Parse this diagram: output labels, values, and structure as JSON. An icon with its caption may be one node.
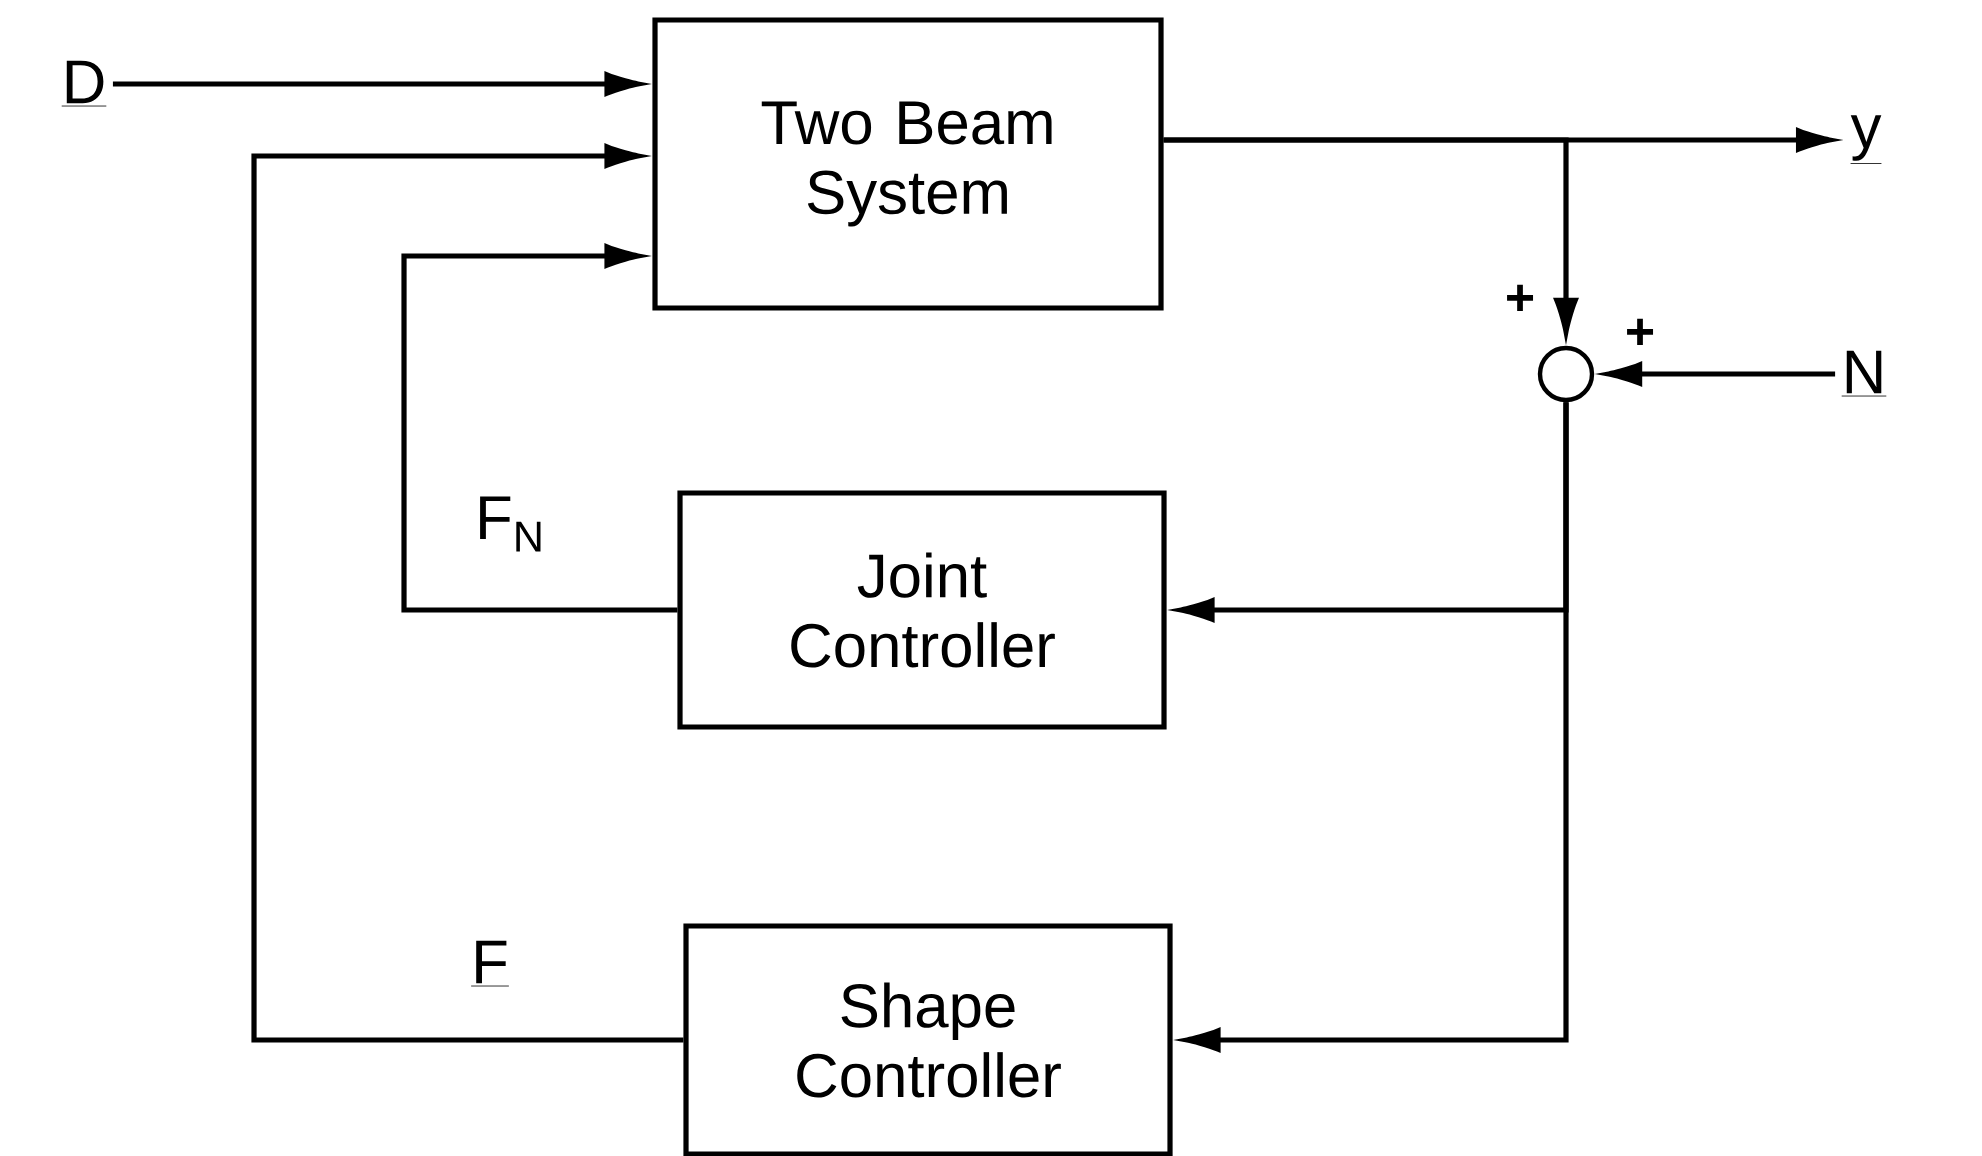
{
  "diagram": {
    "nodes": [
      {
        "text": [
          "D"
        ]
      },
      {
        "text": [
          "Two Beam System"
        ]
      },
      {
        "text": [
          "y"
        ]
      },
      {
        "text": [],
        "shape": "circle"
      },
      {
        "text": [
          "N"
        ]
      },
      {
        "text": [
          "Joint Controller"
        ]
      },
      {
        "text": [
          "Shape Controller"
        ]
      }
    ],
    "edges": [
      {
        "from": 0,
        "to": 1,
        "arrow": "to"
      },
      {
        "from": 1,
        "to": 2,
        "arrow": "to"
      },
      {
        "from": 1,
        "to": 3,
        "arrow": "to"
      },
      {
        "from": 4,
        "to": 3,
        "arrow": "to"
      },
      {
        "from": 3,
        "to": 5,
        "arrow": "to"
      },
      {
        "from": 3,
        "to": 6,
        "arrow": "to"
      },
      {
        "from": 5,
        "to": 1,
        "arrow": "to",
        "label": "F$_{N}$"
      },
      {
        "from": 6,
        "to": 1,
        "arrow": "to",
        "label": "F"
      }
    ],
    "labels": [
      "+",
      "+"
    ]
  }
}
